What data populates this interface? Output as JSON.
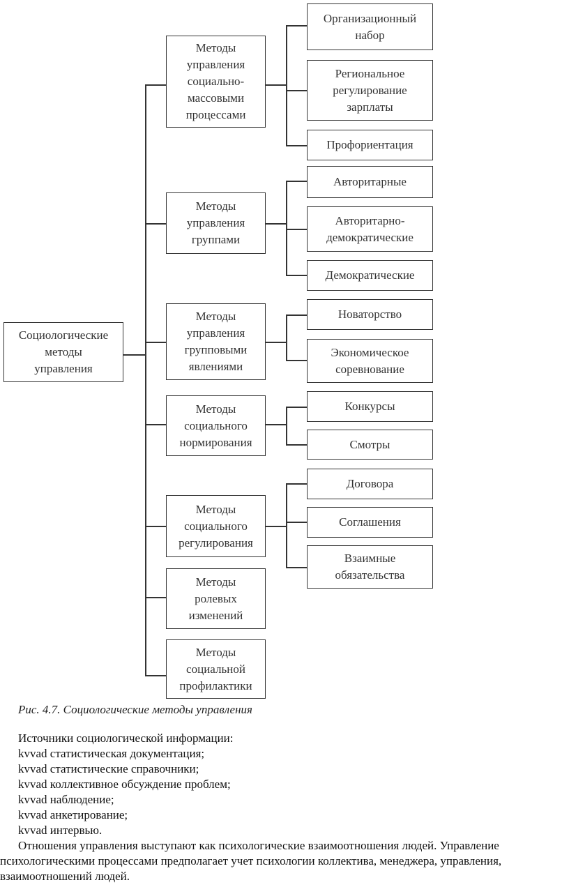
{
  "diagram": {
    "root": "Социологические\nметоды\nуправления",
    "groups": [
      {
        "label": "Методы\nуправления\nсоциально-\nмассовыми\nпроцессами",
        "children": [
          "Организационный\nнабор",
          "Региональное\nрегулирование\nзарплаты",
          "Профориентация"
        ]
      },
      {
        "label": "Методы\nуправления\nгруппами",
        "children": [
          "Авторитарные",
          "Авторитарно-\nдемократические",
          "Демократические"
        ]
      },
      {
        "label": "Методы\nуправления\nгрупповыми\nявлениями",
        "children": [
          "Новаторство",
          "Экономическое\nсоревнование"
        ]
      },
      {
        "label": "Методы\nсоциального\nнормирования",
        "children": [
          "Конкурсы",
          "Смотры"
        ]
      },
      {
        "label": "Методы\nсоциального\nрегулирования",
        "children": [
          "Договора",
          "Соглашения",
          "Взаимные\nобязательства"
        ]
      },
      {
        "label": "Методы\nролевых\nизменений",
        "children": []
      },
      {
        "label": "Методы\nсоциальной\nпрофилактики",
        "children": []
      }
    ]
  },
  "caption": "Рис. 4.7. Социологические методы управления",
  "sources": {
    "heading": "Источники социологической информации:",
    "items": [
      "kvvad статистическая документация;",
      "kvvad статистические справочники;",
      "kvvad коллективное обсуждение проблем;",
      "kvvad наблюдение;",
      "kvvad анкетирование;",
      "kvvad интервью."
    ]
  },
  "paragraph": "Отношения управления выступают как психологические взаимоотношения людей. Управление психологическими процессами предполагает учет психологии коллектива, менеджера, управления, взаимоотношений людей."
}
